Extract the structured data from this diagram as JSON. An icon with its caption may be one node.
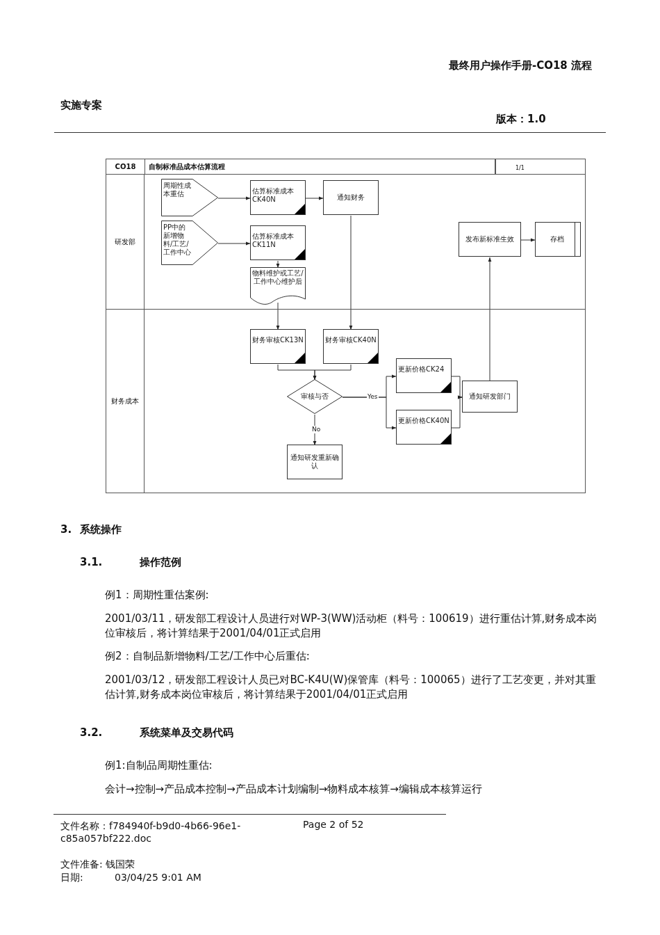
{
  "diagram": {
    "nodes": [
      {
        "text": [
          "研发部"
        ]
      },
      {
        "text": [
          "周期性成本重估"
        ],
        "in": 0
      },
      {
        "text": [
          "估算标准成本 CK40N"
        ],
        "in": 0
      },
      {
        "text": [
          "通知财务"
        ],
        "in": 0
      },
      {
        "text": [
          "PP中的新增物料/工艺/工作中心"
        ],
        "in": 0
      },
      {
        "text": [
          "估算标准成本 CK11N"
        ],
        "in": 0
      },
      {
        "text": [
          "发布新标准生效"
        ],
        "in": 0
      },
      {
        "text": [
          "存档"
        ],
        "in": 0
      },
      {
        "text": [
          "物料维护或工艺/工作中心维护后"
        ],
        "in": 0
      },
      {
        "text": [
          "财务成本"
        ]
      },
      {
        "text": [
          "财务审核CK13N"
        ],
        "in": 9
      },
      {
        "text": [
          "财务审核CK40N"
        ],
        "in": 9
      },
      {
        "text": [
          "更新价格CK24"
        ],
        "in": 9
      },
      {
        "text": [
          "审核与否"
        ],
        "in": 9
      },
      {
        "text": [
          "通知研发部门"
        ],
        "in": 9
      },
      {
        "text": [
          "更新价格CK40N"
        ],
        "in": 9
      },
      {
        "text": [
          "通知研发重新确认"
        ],
        "in": 9
      }
    ],
    "edges": [
      {
        "from": 1,
        "to": 2,
        "arrow": "to"
      },
      {
        "from": 4,
        "to": 5,
        "arrow": "to"
      },
      {
        "from": 2,
        "to": 3,
        "arrow": "to"
      },
      {
        "from": 5,
        "to": 8,
        "arrow": "to"
      },
      {
        "from": 8,
        "to": 10,
        "arrow": "to"
      },
      {
        "from": 3,
        "to": 11,
        "arrow": "to"
      },
      {
        "from": 10,
        "to": 13,
        "arrow": "to"
      },
      {
        "from": 11,
        "to": 13,
        "arrow": "to"
      },
      {
        "from": 13,
        "to": 12,
        "arrow": "to",
        "label": "Yes"
      },
      {
        "from": 13,
        "to": 15,
        "arrow": "to"
      },
      {
        "from": 12,
        "to": 14,
        "arrow": "to"
      },
      {
        "from": 15,
        "to": 14,
        "arrow": "to"
      },
      {
        "from": 13,
        "to": 16,
        "arrow": "to",
        "label": "No"
      },
      {
        "from": 14,
        "to": 6,
        "arrow": "to"
      },
      {
        "from": 6,
        "to": 7,
        "arrow": "to"
      }
    ],
    "labels": [
      "最终用户操作手册-CO18 流程",
      "实施专案",
      "版本：1.0",
      "CO18",
      "自制标准品成本估算流程",
      "1/1",
      "3.",
      "系统操作",
      "3.1.",
      "操作范例",
      "例1：周期性重估案例:",
      "2001/03/11，研发部工程设计人员进行对WP-3(WW)活动柜（料号：100619）进行重估计算,财务成本岗位审核后，将计算结果于2001/04/01正式启用",
      "例2：自制品新增物料/工艺/工作中心后重估:",
      "2001/03/12，研发部工程设计人员已对BC-K4U(W)保管库（料号：100065）进行了工艺变更，并对其重估计算,财务成本岗位审核后，将计算结果于2001/04/01正式启用",
      "3.2.",
      "系统菜单及交易代码",
      "例1:自制品周期性重估:",
      "会计→控制→产品成本控制→产品成本计划编制→物料成本核算→编辑成本核算运行",
      "文件名称：f784940f-b9d0-4b66-96e1-c85a057bf222.doc",
      "Page 2 of 52",
      "文件准备: 钱国荣",
      "日期:",
      "03/04/25 9:01 AM"
    ]
  }
}
